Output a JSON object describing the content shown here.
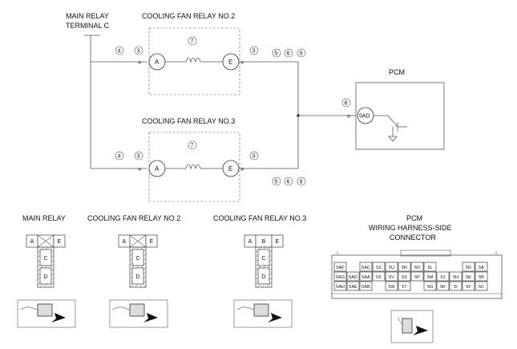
{
  "labels": {
    "main_relay_terminal_c_line1": "MAIN RELAY",
    "main_relay_terminal_c_line2": "TERMINAL C",
    "cooling_fan_relay_no2": "COOLING FAN RELAY NO.2",
    "cooling_fan_relay_no3": "COOLING FAN RELAY NO.3",
    "pcm": "PCM"
  },
  "relay_no2": {
    "terminal_a": "A",
    "terminal_e": "E",
    "coil_ref": "7",
    "left_refs": [
      "4",
      "3"
    ],
    "right_refs_inner": [
      "3"
    ],
    "right_refs_outer": [
      "5",
      "6",
      "9"
    ]
  },
  "relay_no3": {
    "terminal_a": "A",
    "terminal_e": "E",
    "coil_ref": "7",
    "left_refs": [
      "4",
      "3"
    ],
    "right_refs_inner": [
      "3"
    ],
    "right_refs_outer": [
      "5",
      "6",
      "9"
    ]
  },
  "pcm_block": {
    "terminal": "5AD",
    "ref": "8"
  },
  "connectors": {
    "main_relay": {
      "title": "MAIN RELAY",
      "top": [
        "A",
        "",
        "E"
      ],
      "column": [
        "C",
        "D"
      ]
    },
    "cooling_fan_relay_no2": {
      "title": "COOLING FAN RELAY NO.2",
      "top": [
        "A",
        "",
        "E"
      ],
      "column": [
        "C",
        "D"
      ]
    },
    "cooling_fan_relay_no3": {
      "title": "COOLING FAN RELAY NO.3",
      "top": [
        "A",
        "B",
        "E"
      ],
      "column": [
        "C",
        "D"
      ]
    },
    "pcm_harness": {
      "title_line1": "PCM",
      "title_line2": "WIRING HARNESS-SIDE",
      "title_line3": "CONNECTOR",
      "row1": [
        "5AF",
        "5AC",
        "5Z",
        "5U",
        "5R",
        "5O",
        "5L",
        "5D",
        "5A"
      ],
      "row2": [
        "5AG",
        "5AD",
        "5AA",
        "5X",
        "5V",
        "5S",
        "5P",
        "5M",
        "5J",
        "5H",
        "5E",
        "5B"
      ],
      "row3": [
        "5AH",
        "5AE",
        "5AB",
        "5W",
        "5T",
        "5N",
        "5K",
        "5I",
        "5F",
        "5C"
      ]
    }
  }
}
